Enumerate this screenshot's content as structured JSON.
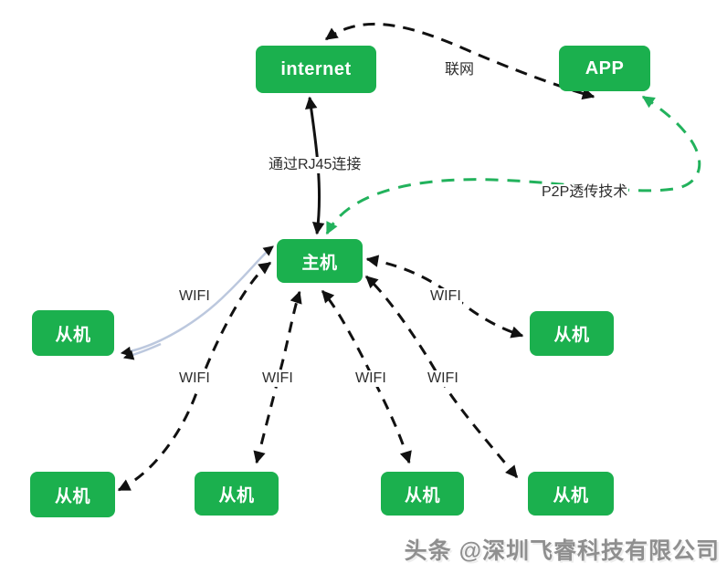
{
  "nodes": {
    "internet": {
      "label": "internet"
    },
    "app": {
      "label": "APP"
    },
    "host": {
      "label": "主机"
    },
    "slave_left": {
      "label": "从机"
    },
    "slave_right": {
      "label": "从机"
    },
    "slave_b1": {
      "label": "从机"
    },
    "slave_b2": {
      "label": "从机"
    },
    "slave_b3": {
      "label": "从机"
    },
    "slave_b4": {
      "label": "从机"
    }
  },
  "edge_labels": {
    "rj45": "通过RJ45连接",
    "lianwang": "联网",
    "p2p": "P2P透传技术",
    "wifi_left": "WIFI",
    "wifi_right": "WIFI",
    "wifi_b1": "WIFI",
    "wifi_b2": "WIFI",
    "wifi_b3": "WIFI",
    "wifi_b4": "WIFI"
  },
  "watermark": {
    "text": "头条 @深圳飞睿科技有限公司"
  },
  "colors": {
    "node_green": "#1bb04e",
    "edge_black": "#111111",
    "edge_green": "#22b25c",
    "edge_pale": "#bcc8de",
    "label_text": "#2d2d2d",
    "watermark_gray": "#8f8f8f"
  }
}
